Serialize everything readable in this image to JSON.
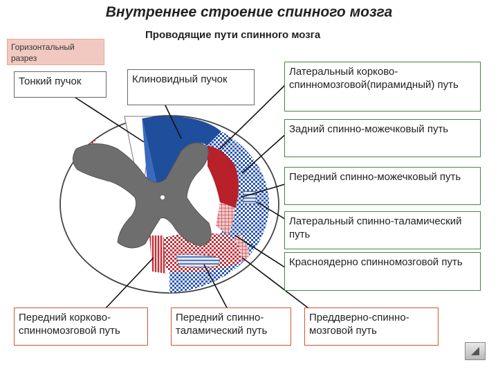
{
  "title": "Внутреннее строение спинного мозга",
  "subtitle": "Проводящие пути спинного мозга",
  "section_tag": "Горизонтальный разрез",
  "labels": {
    "thin_fasciculus": "Тонкий пучок",
    "cuneate_fasciculus": "Клиновидный пучок",
    "lateral_corticospinal": "Латеральный корково-спинномозговой(пирамидный) путь",
    "posterior_spinocerebellar": "Задний спинно-можечковый путь",
    "anterior_spinocerebellar": "Передний спинно-можечковый путь",
    "lateral_spinothalamic": "Латеральный спинно-таламический путь",
    "rubrospinal": "Красноядерно спинномозговой путь",
    "anterior_corticospinal": "Передний корково-спинномозговой путь",
    "anterior_spinothalamic": "Передний спинно-таламический путь",
    "vestibulospinal": "Преддверно-спинно-мозговой путь"
  },
  "colors": {
    "gray_matter": "#6e6e6e",
    "blue_tract": "#1f4e9c",
    "red_tract": "#b8202a",
    "green_border": "#3e8a3e",
    "red_border": "#d2542c"
  },
  "icons": {
    "nav": "next-slide-icon"
  }
}
